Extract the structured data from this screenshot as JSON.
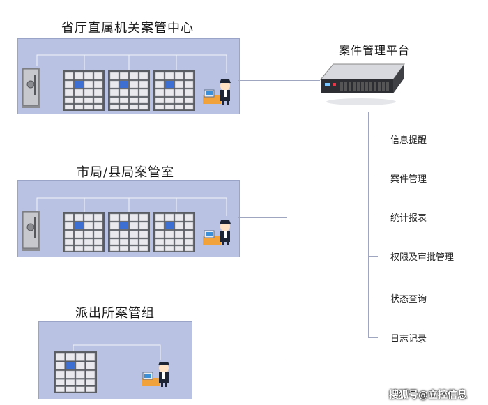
{
  "groups": [
    {
      "title": "省厅直属机关案管中心"
    },
    {
      "title": "市局/县局案管室"
    },
    {
      "title": "派出所案管组"
    }
  ],
  "platform": {
    "title": "案件管理平台",
    "functions": [
      "信息提醒",
      "案件管理",
      "统计报表",
      "权限及审批管理",
      "状态查询",
      "日志记录"
    ]
  },
  "watermark": "搜狐号@立控信息",
  "colors": {
    "panel": "#b9c2e2",
    "connector": "#9fa6bf",
    "locker": "#5a5c63",
    "locker_door": "#e9e9ee"
  }
}
